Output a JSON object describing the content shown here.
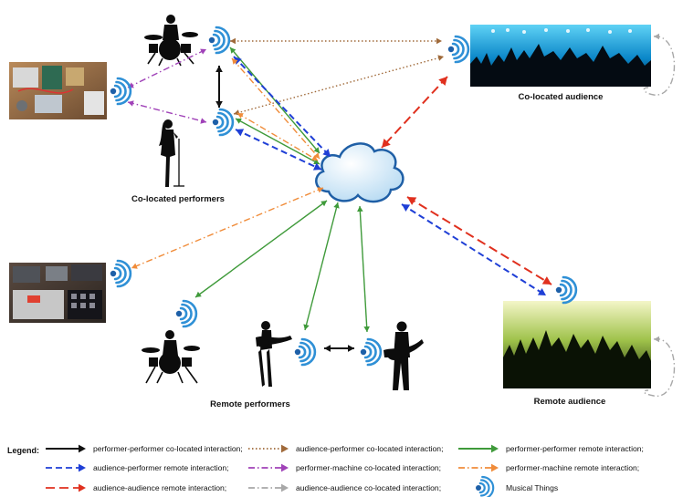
{
  "colors": {
    "pp_colocated": "#111111",
    "ap_colocated": "#a06a3a",
    "pp_remote": "#3f9a3a",
    "ap_remote": "#1f3fd6",
    "pm_colocated": "#a042b8",
    "pm_remote": "#f08c3a",
    "aa_remote": "#e0301e",
    "aa_colocated": "#a8a8a8",
    "cloud_fill": "#cfe7f7",
    "cloud_stroke": "#1f5fa6",
    "wifi": "#2f90d6"
  },
  "labels": {
    "colocated_performers": "Co-located performers",
    "colocated_audience": "Co-located audience",
    "remote_performers": "Remote performers",
    "remote_audience": "Remote audience"
  },
  "legend": {
    "title": "Legend:",
    "items": [
      {
        "key": "pp_colocated",
        "style": "solid",
        "text": "performer-performer co-located interaction;"
      },
      {
        "key": "ap_colocated",
        "style": "dotted",
        "text": "audience-performer co-located interaction;"
      },
      {
        "key": "pp_remote",
        "style": "solid",
        "text": "performer-performer remote interaction;"
      },
      {
        "key": "ap_remote",
        "style": "dashed",
        "text": "audience-performer remote interaction;"
      },
      {
        "key": "pm_colocated",
        "style": "dashdot",
        "text": "performer-machine co-located interaction;"
      },
      {
        "key": "pm_remote",
        "style": "dashdot",
        "text": "performer-machine remote interaction;"
      },
      {
        "key": "aa_remote",
        "style": "bigdash",
        "text": "audience-audience remote interaction;"
      },
      {
        "key": "aa_colocated",
        "style": "dashdot",
        "text": "audience-audience co-located interaction;"
      },
      {
        "key": "musical_things",
        "style": "icon",
        "text": "Musical Things"
      }
    ]
  }
}
